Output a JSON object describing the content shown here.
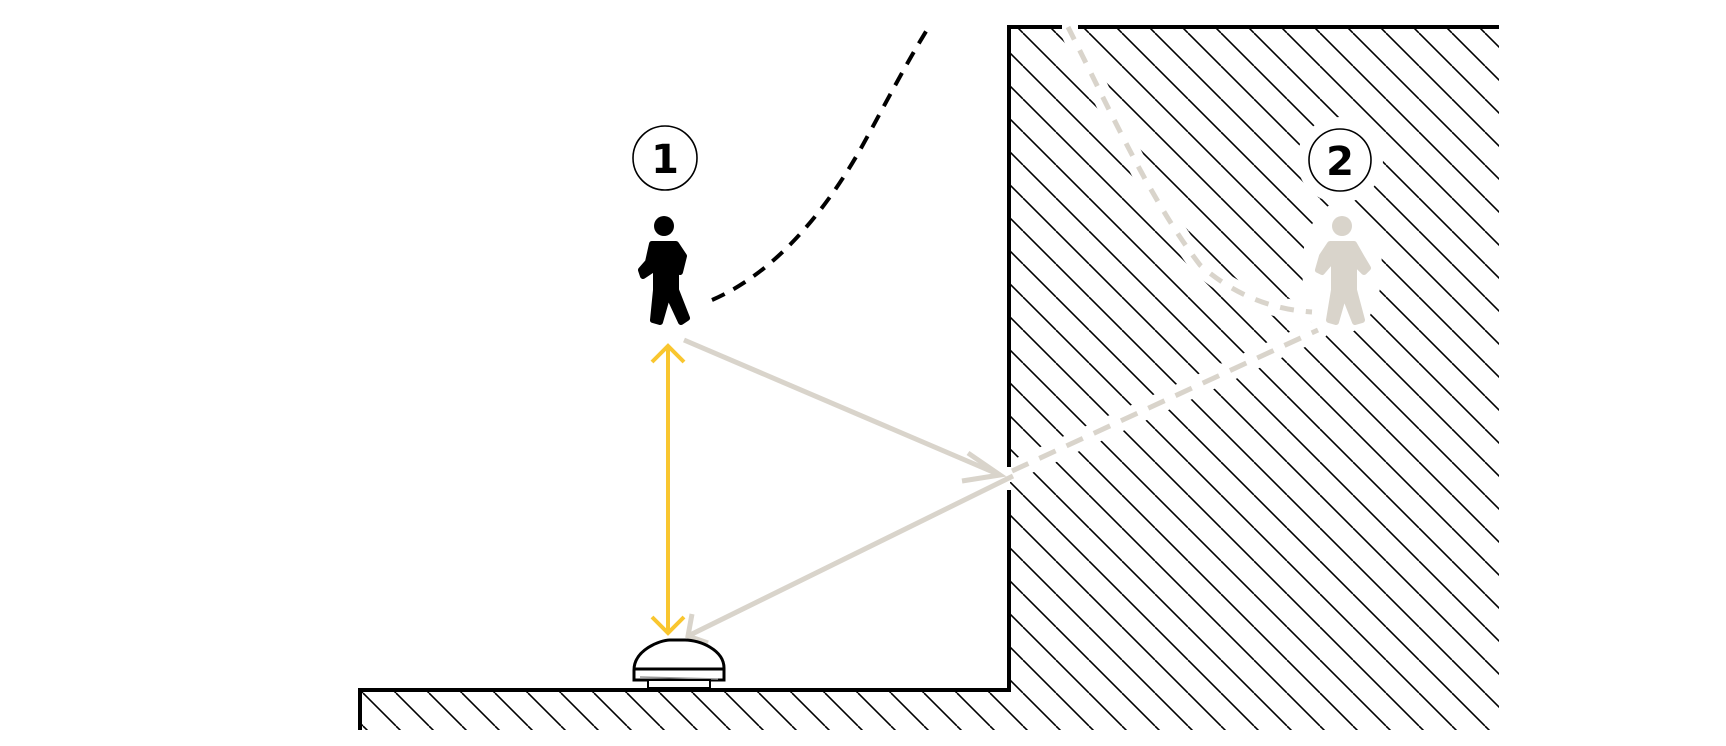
{
  "diagram": {
    "description": "Radar/sensor detection diagram: person standing in front of sensor vs. person behind wall detected via reflection",
    "colors": {
      "wall_line": "#000000",
      "hatch": "#000000",
      "direct_arrow": "#f9c62f",
      "reflection_arrow": "#d9d4cb",
      "person_visible": "#000000",
      "person_ghost": "#d9d4cb",
      "path_visible": "#000000",
      "path_ghost": "#d9d4cb"
    },
    "markers": [
      {
        "id": "1",
        "label": "1",
        "meaning": "real person in front of sensor"
      },
      {
        "id": "2",
        "label": "2",
        "meaning": "ghost reflection behind wall"
      }
    ],
    "elements": {
      "sensor": "ceiling/floor mounted radar sensor",
      "direct_arrow": "yellow double-headed arrow (direct detection)",
      "reflection_path": "grey arrows reflecting off wall",
      "wall": "hatched wall structure",
      "floor": "hatched floor"
    }
  }
}
